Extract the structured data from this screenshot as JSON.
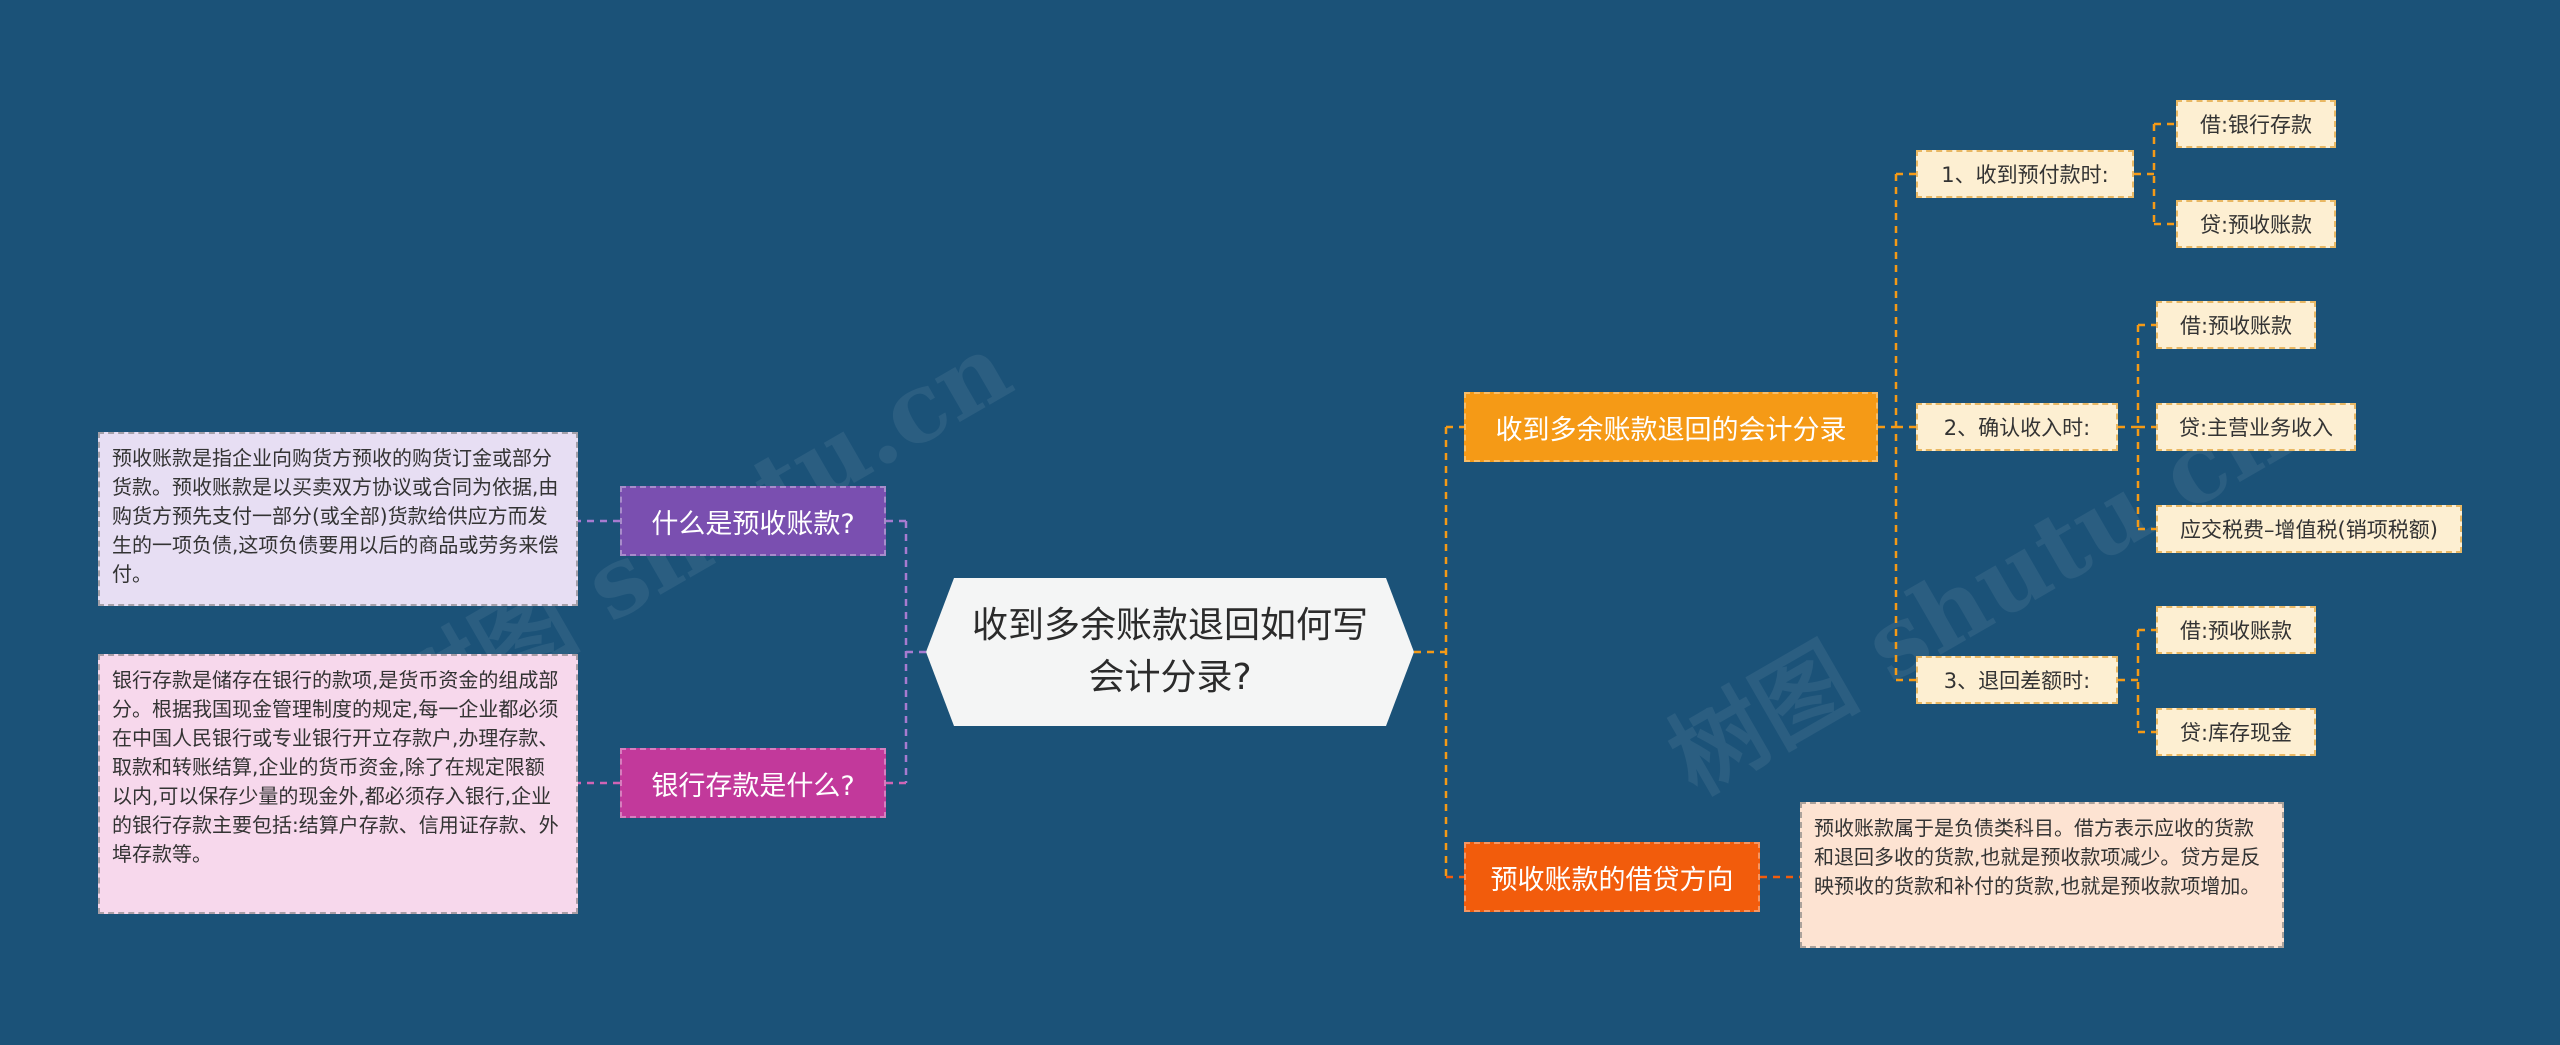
{
  "center": {
    "title": "收到多余账款退回如何写会计分录?"
  },
  "right": {
    "branch1": {
      "label": "收到多余账款退回的会计分录",
      "steps": [
        {
          "label": "1、收到预付款时:",
          "leaves": [
            "借:银行存款",
            "贷:预收账款"
          ]
        },
        {
          "label": "2、确认收入时:",
          "leaves": [
            "借:预收账款",
            "贷:主营业务收入",
            "应交税费–增值税(销项税额)"
          ]
        },
        {
          "label": "3、退回差额时:",
          "leaves": [
            "借:预收账款",
            "贷:库存现金"
          ]
        }
      ]
    },
    "branch2": {
      "label": "预收账款的借贷方向",
      "description": "预收账款属于是负债类科目。借方表示应收的货款和退回多收的货款,也就是预收款项减少。贷方是反映预收的货款和补付的货款,也就是预收款项增加。"
    }
  },
  "left": {
    "branch1": {
      "label": "什么是预收账款?",
      "description": "预收账款是指企业向购货方预收的购货订金或部分货款。预收账款是以买卖双方协议或合同为依据,由购货方预先支付一部分(或全部)货款给供应方而发生的一项负债,这项负债要用以后的商品或劳务来偿付。"
    },
    "branch2": {
      "label": "银行存款是什么?",
      "description": "银行存款是储存在银行的款项,是货币资金的组成部分。根据我国现金管理制度的规定,每一企业都必须在中国人民银行或专业银行开立存款户,办理存款、取款和转账结算,企业的货币资金,除了在规定限额以内,可以保存少量的现金外,都必须存入银行,企业的银行存款主要包括:结算户存款、信用证存款、外埠存款等。"
    }
  },
  "watermark": "树图 shutu.cn",
  "colors": {
    "background": "#1b5278",
    "orange": "#f59a16",
    "orangered": "#f25c0c",
    "purple": "#7a4fb0",
    "pink": "#c2399b",
    "leaf": "#fdefd2"
  }
}
